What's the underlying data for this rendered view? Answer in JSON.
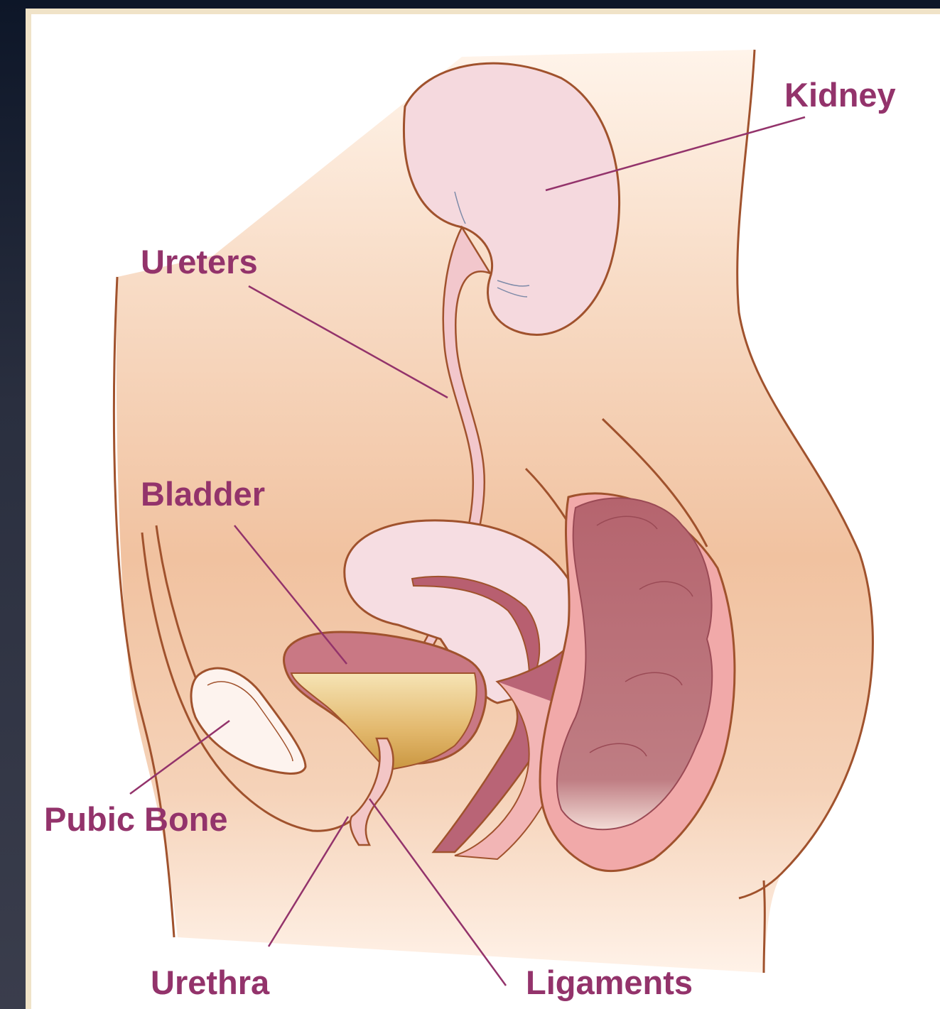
{
  "labels": {
    "kidney": "Kidney",
    "ureters": "Ureters",
    "bladder": "Bladder",
    "pubic_bone": "Pubic Bone",
    "urethra": "Urethra",
    "ligaments": "Ligaments"
  },
  "colors": {
    "label": "#93336b",
    "outline": "#a0522d",
    "skin": "#f4c9a6",
    "organ": "#f3d2d8",
    "bladder": "#c97a85",
    "urine": "#e3b66a",
    "bowel": "#b76a72"
  }
}
